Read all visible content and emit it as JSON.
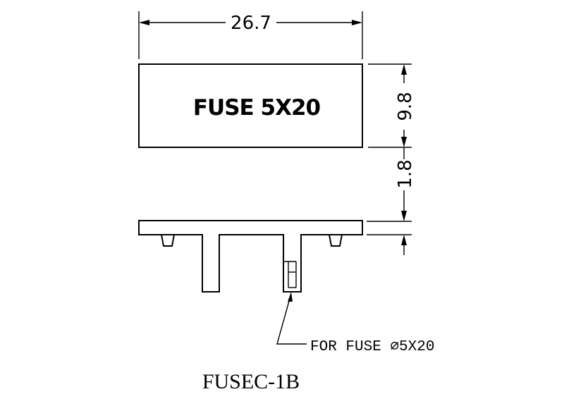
{
  "drawing": {
    "dimension_width": "26.7",
    "dimension_height": "9.8",
    "dimension_thickness": "1.8",
    "label_text": "FUSE 5X20",
    "note_text": "FOR FUSE ∅5X20",
    "model_name": "FUSEC-1B",
    "line_color": "#000000",
    "background_color": "#ffffff"
  }
}
